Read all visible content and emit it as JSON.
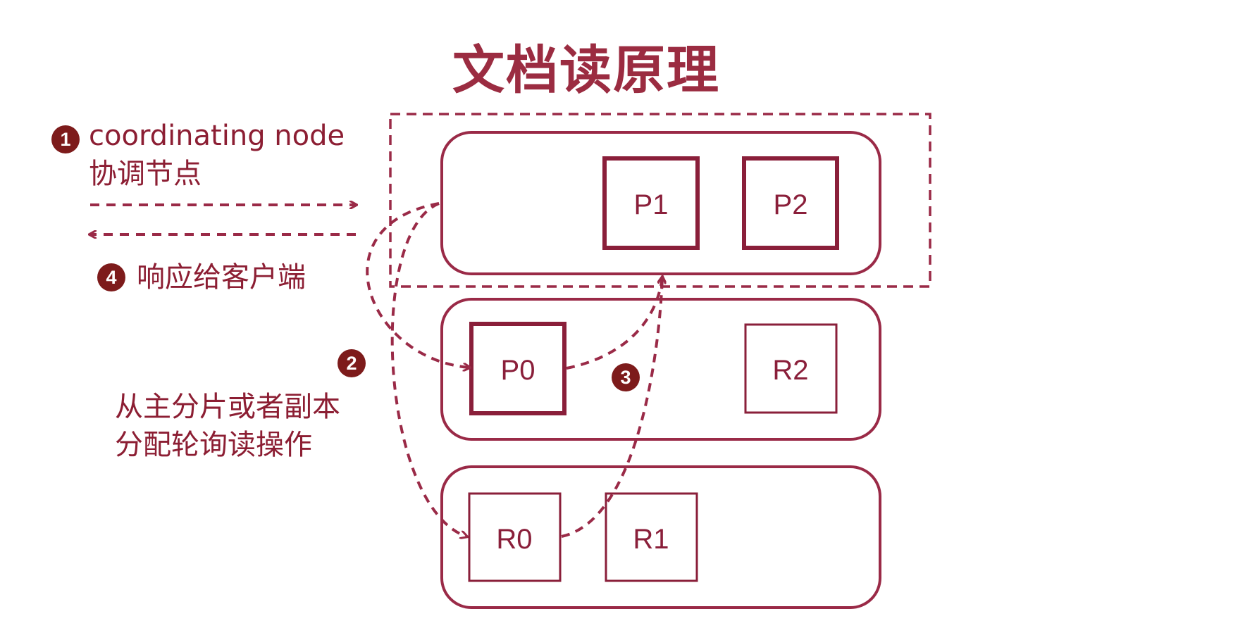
{
  "title": "文档读原理",
  "steps": {
    "step1": {
      "badge": "1",
      "line1": "coordinating node",
      "line2": "协调节点"
    },
    "step2": {
      "badge": "2",
      "line1": "从主分片或者副本",
      "line2": "分配轮询读操作"
    },
    "step3": {
      "badge": "3"
    },
    "step4": {
      "badge": "4",
      "text": "响应给客户端"
    }
  },
  "nodes": [
    {
      "shards": [
        "P1",
        "P2"
      ]
    },
    {
      "shards": [
        "P0",
        "R2"
      ]
    },
    {
      "shards": [
        "R0",
        "R1"
      ]
    }
  ],
  "colors": {
    "accent": "#9b2c41",
    "dark": "#7d1b1b",
    "stroke": "#9a2a47"
  }
}
